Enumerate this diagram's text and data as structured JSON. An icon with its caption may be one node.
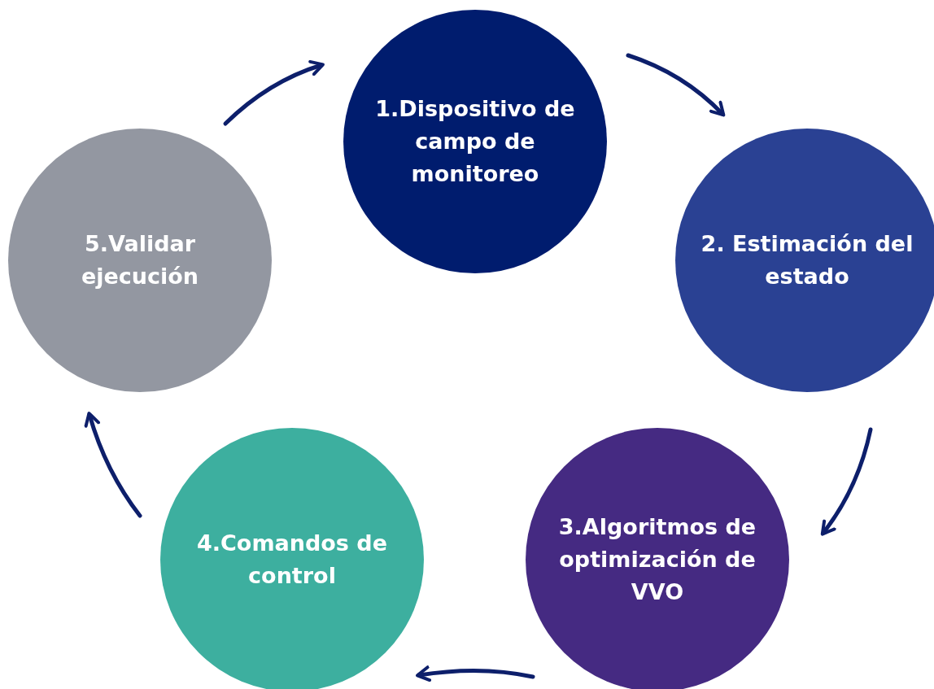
{
  "diagram": {
    "nodes": [
      {
        "text": [
          "1.Dispositivo de campo de monitoreo"
        ]
      },
      {
        "text": [
          "2. Estimación del estado"
        ]
      },
      {
        "text": [
          "3.Algoritmos de optimización de VVO"
        ]
      },
      {
        "text": [
          "4.Comandos de control"
        ]
      },
      {
        "text": [
          "5.Validar ejecución"
        ]
      }
    ],
    "edges": [
      {
        "from": 0,
        "to": 1,
        "arrow": "to"
      },
      {
        "from": 1,
        "to": 2,
        "arrow": "to"
      },
      {
        "from": 2,
        "to": 3,
        "arrow": "to"
      },
      {
        "from": 3,
        "to": 4,
        "arrow": "to"
      },
      {
        "from": 4,
        "to": 0,
        "arrow": "to"
      }
    ]
  }
}
